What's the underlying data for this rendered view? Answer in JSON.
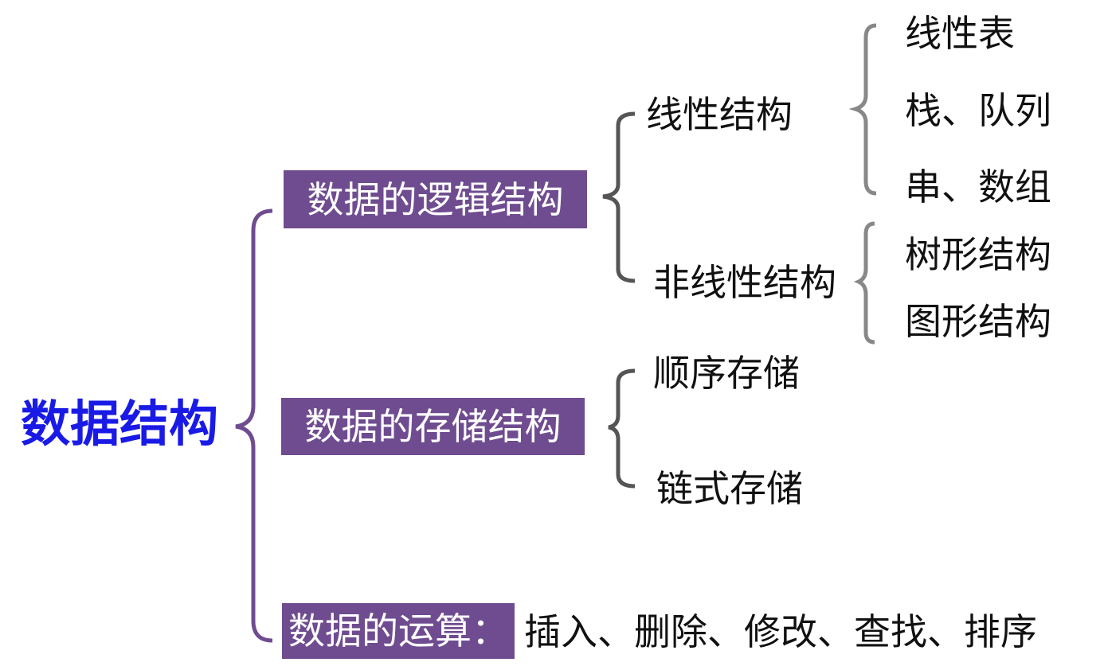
{
  "root": {
    "label": "数据结构"
  },
  "logical": {
    "label": "数据的逻辑结构",
    "linear": {
      "label": "线性结构",
      "items": [
        "线性表",
        "栈、队列",
        "串、数组"
      ]
    },
    "nonlinear": {
      "label": "非线性结构",
      "items": [
        "树形结构",
        "图形结构"
      ]
    }
  },
  "storage": {
    "label": "数据的存储结构",
    "items": [
      "顺序存储",
      "链式存储"
    ]
  },
  "operations": {
    "label": "数据的运算：",
    "value": "插入、删除、修改、查找、排序"
  },
  "colors": {
    "root_text": "#1a1ae6",
    "box_fill": "#6f4c90",
    "box_text": "#ffffff",
    "brace_root": "#6f4c90",
    "brace_level2": "#555555",
    "brace_level3": "#888888"
  }
}
